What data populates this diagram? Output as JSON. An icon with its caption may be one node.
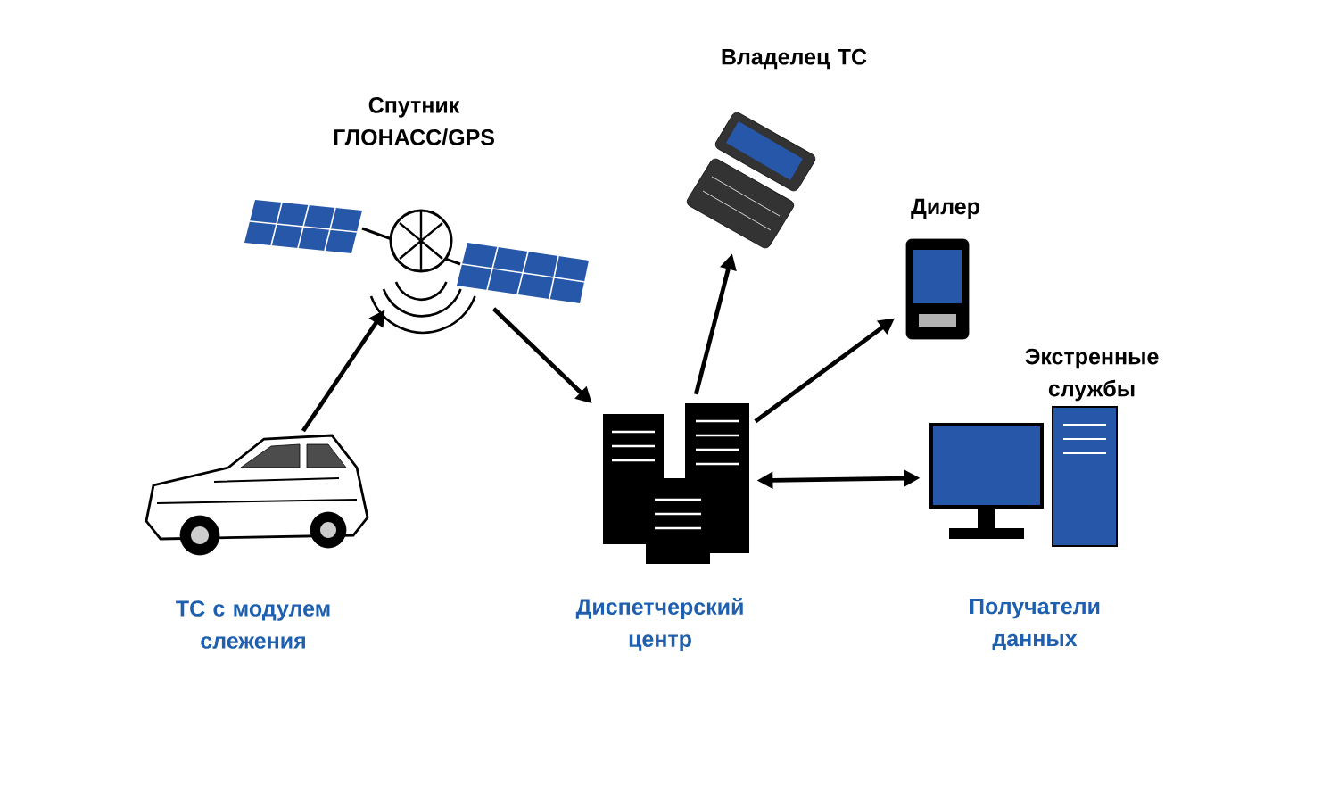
{
  "diagram": {
    "nodes": [
      {
        "text": [
          "Спутник ГЛОНАСС/GPS"
        ]
      },
      {
        "text": [
          "ТС с модулем слежения"
        ]
      },
      {
        "text": [
          "Диспетчерский центр"
        ]
      },
      {
        "text": [
          "Владелец ТС"
        ]
      },
      {
        "text": [
          "Дилер"
        ]
      },
      {
        "text": [
          "Экстренные службы",
          "Получатели данных"
        ]
      }
    ],
    "edges": [
      {
        "from": 1,
        "to": 0,
        "arrow": "to"
      },
      {
        "from": 0,
        "to": 2,
        "arrow": "to"
      },
      {
        "from": 2,
        "to": 3,
        "arrow": "to"
      },
      {
        "from": 2,
        "to": 4,
        "arrow": "to"
      },
      {
        "from": 2,
        "to": 5,
        "arrow": "both"
      }
    ]
  }
}
